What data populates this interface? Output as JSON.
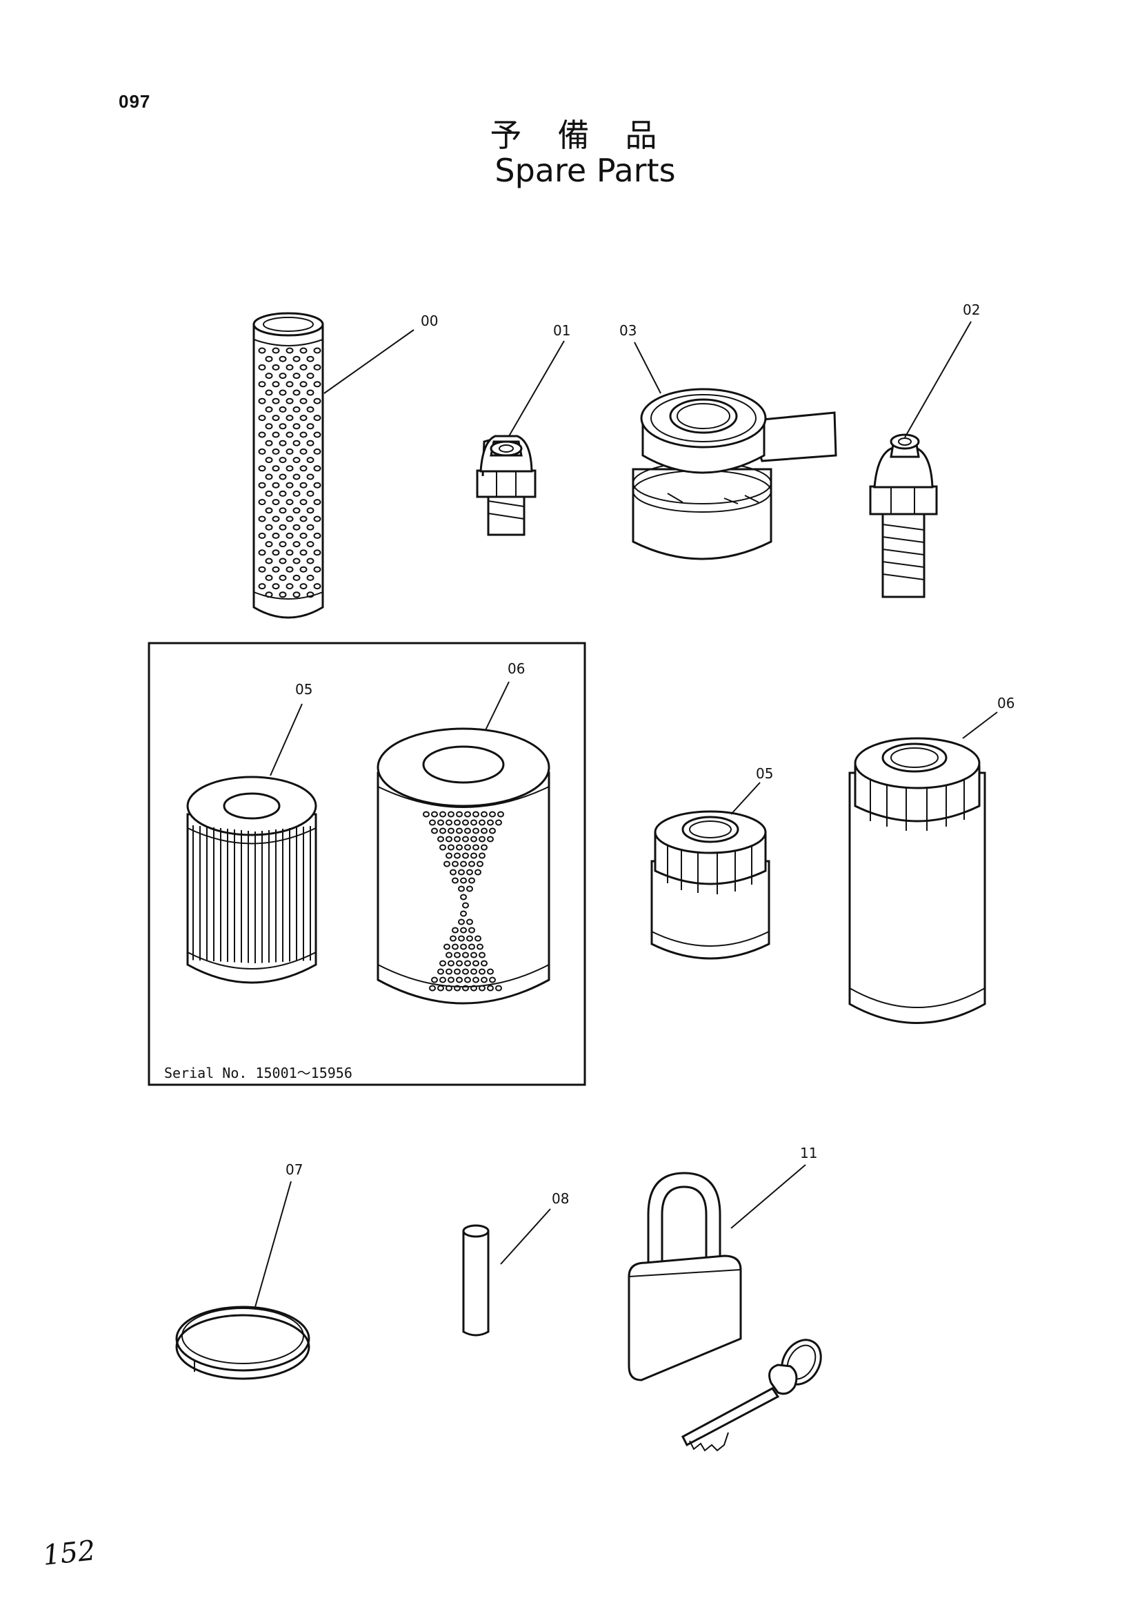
{
  "page_number": "097",
  "title_jp": "予備品",
  "title_en": "Spare Parts",
  "callouts": {
    "c00": "00",
    "c01": "01",
    "c02": "02",
    "c03": "03",
    "c05_box": "05",
    "c06_box": "06",
    "c05": "05",
    "c06": "06",
    "c07": "07",
    "c08": "08",
    "c11": "11"
  },
  "serial_note": "Serial No. 15001～15956",
  "handwritten_note": "152"
}
